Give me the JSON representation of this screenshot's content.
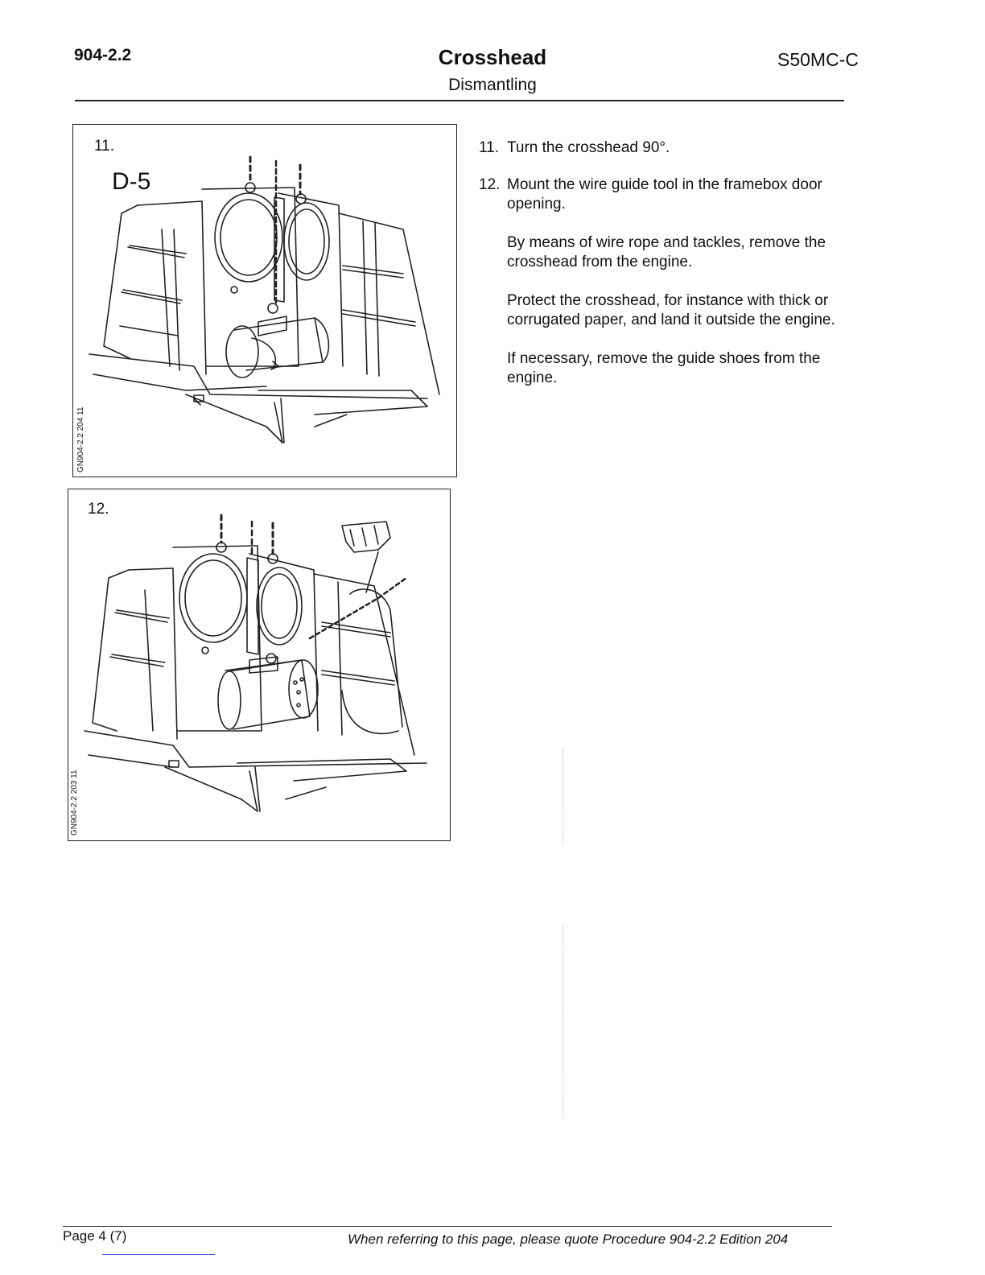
{
  "header": {
    "doc_number": "904-2.2",
    "title": "Crosshead",
    "subtitle": "Dismantling",
    "engine_model": "S50MC-C"
  },
  "figures": [
    {
      "number": "11.",
      "label": "D-5",
      "code": "GN904-2.2 204 11"
    },
    {
      "number": "12.",
      "code": "GN904-2.2 203 11"
    }
  ],
  "steps": [
    {
      "number": "11.",
      "text": "Turn the crosshead 90°."
    },
    {
      "number": "12.",
      "text": "Mount the wire guide tool in the framebox door opening."
    }
  ],
  "paragraphs": [
    "By means of wire rope and tackles, remove the crosshead from the engine.",
    "Protect the crosshead, for instance with thick or corrugated paper, and land it outside the engine.",
    "If necessary, remove the guide shoes from the engine."
  ],
  "footer": {
    "page": "Page 4 (7)",
    "reference": "When referring to this page, please quote Procedure 904-2.2 Edition 204"
  }
}
